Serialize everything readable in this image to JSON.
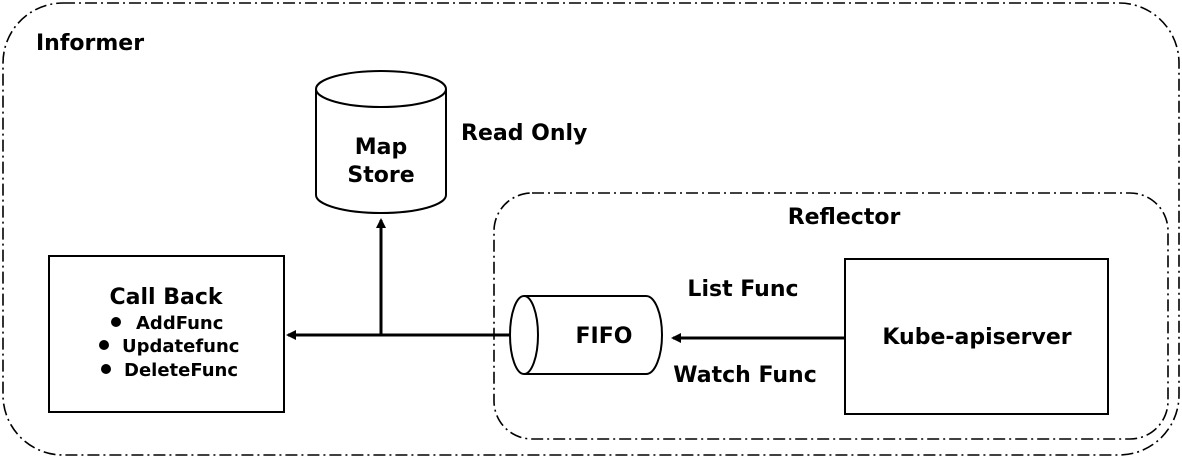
{
  "informer": {
    "label": "Informer"
  },
  "reflector": {
    "label": "Reflector"
  },
  "map_store": {
    "line1": "Map",
    "line2": "Store",
    "note": "Read Only"
  },
  "callback": {
    "title": "Call Back",
    "items": [
      "AddFunc",
      "Updatefunc",
      "DeleteFunc"
    ]
  },
  "fifo": {
    "label": "FIFO"
  },
  "apiserver": {
    "label": "Kube-apiserver"
  },
  "edges": {
    "list_label": "List Func",
    "watch_label": "Watch Func"
  }
}
